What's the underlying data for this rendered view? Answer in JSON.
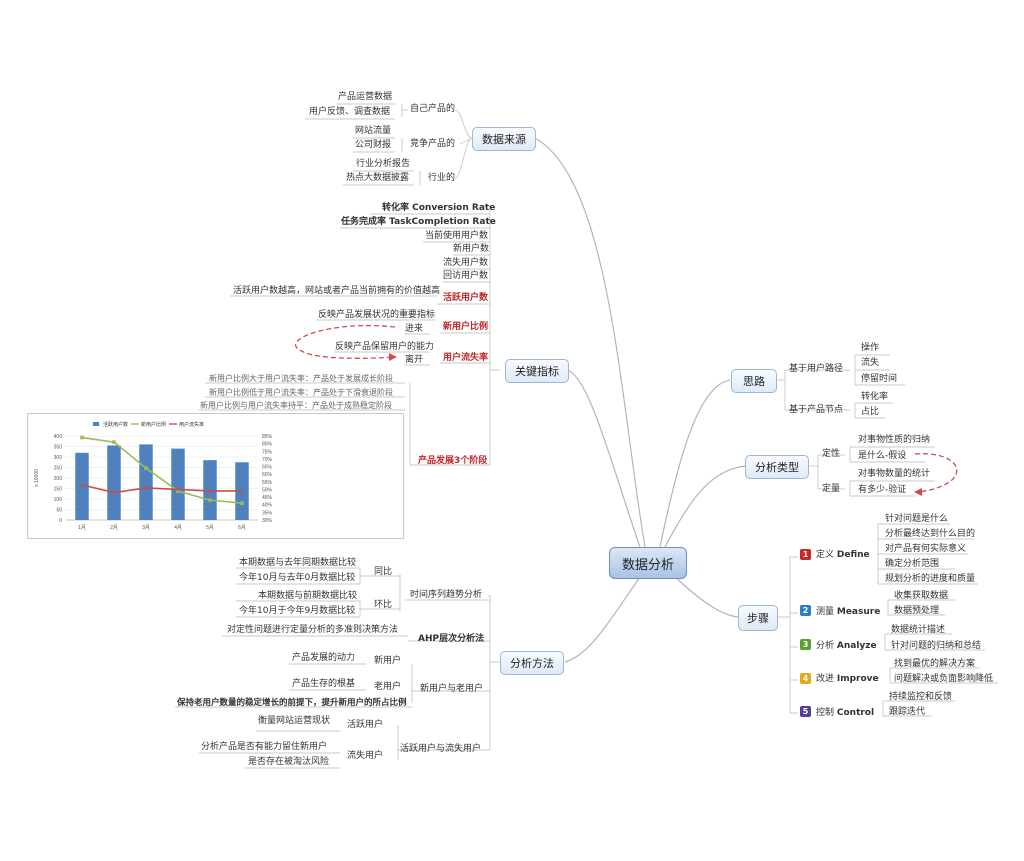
{
  "center": "数据分析",
  "branches": {
    "data_source": {
      "label": "数据来源",
      "own": {
        "label": "自己产品的",
        "items": [
          "产品运营数据",
          "用户反馈、调查数据"
        ]
      },
      "competitor": {
        "label": "竞争产品的",
        "items": [
          "网站流量",
          "公司财报"
        ]
      },
      "industry": {
        "label": "行业的",
        "items": [
          "行业分析报告",
          "热点大数据披露"
        ]
      }
    },
    "key_metrics": {
      "label": "关键指标",
      "items": [
        "转化率 Conversion Rate",
        "任务完成率 TaskCompletion Rate",
        "当前使用用户数",
        "新用户数",
        "流失用户数",
        "回访用户数"
      ],
      "active_users": {
        "label": "活跃用户数",
        "note": "活跃用户数越高，网站或者产品当前拥有的价值越高"
      },
      "new_ratio": {
        "label": "新用户比例",
        "note": "反映产品发展状况的重要指标",
        "sub": "进来"
      },
      "churn_rate": {
        "label": "用户流失率",
        "note": "反映产品保留用户的能力",
        "sub": "离开"
      },
      "stages": {
        "label": "产品发展3个阶段",
        "items": [
          "新用户比例大于用户流失率：产品处于发展成长阶段",
          "新用户比例低于用户流失率：产品处于下滑衰退阶段",
          "新用户比例与用户流失率持平：产品处于成熟稳定阶段"
        ]
      }
    },
    "methods": {
      "label": "分析方法",
      "time_series": {
        "label": "时间序列趋势分析",
        "yoy": {
          "label": "同比",
          "items": [
            "本期数据与去年同期数据比较",
            "今年10月与去年0月数据比较"
          ]
        },
        "mom": {
          "label": "环比",
          "items": [
            "本期数据与前期数据比较",
            "今年10月于今年9月数据比较"
          ]
        }
      },
      "ahp": {
        "label": "AHP层次分析法",
        "note": "对定性问题进行定量分析的多准则决策方法"
      },
      "new_old": {
        "label": "新用户与老用户",
        "new": {
          "label": "新用户",
          "note": "产品发展的动力"
        },
        "old": {
          "label": "老用户",
          "note": "产品生存的根基"
        },
        "note": "保持老用户数量的稳定增长的前提下，提升新用户的所占比例"
      },
      "active_churn": {
        "label": "活跃用户与流失用户",
        "active": {
          "label": "活跃用户",
          "note": "衡量网站运营现状"
        },
        "churn": {
          "label": "流失用户",
          "notes": [
            "分析产品是否有能力留住新用户",
            "是否存在被淘汰风险"
          ]
        }
      }
    },
    "thinking": {
      "label": "思路",
      "path": {
        "label": "基于用户路径",
        "items": [
          "操作",
          "流失",
          "停留时间"
        ]
      },
      "node": {
        "label": "基于产品节点",
        "items": [
          "转化率",
          "占比"
        ]
      }
    },
    "types": {
      "label": "分析类型",
      "qualitative": {
        "label": "定性",
        "items": [
          "对事物性质的归纳",
          "是什么-假设"
        ]
      },
      "quantitative": {
        "label": "定量",
        "items": [
          "对事物数量的统计",
          "有多少-验证"
        ]
      }
    },
    "steps": {
      "label": "步骤",
      "list": [
        {
          "num": "1",
          "color": "#c62828",
          "label": "定义 ",
          "en": "Define",
          "items": [
            "针对问题是什么",
            "分析最终达到什么目的",
            "对产品有何实际意义",
            "确定分析范围",
            "规划分析的进度和质量"
          ]
        },
        {
          "num": "2",
          "color": "#2b7fc4",
          "label": "测量 ",
          "en": "Measure",
          "items": [
            "收集获取数据",
            "数据预处理"
          ]
        },
        {
          "num": "3",
          "color": "#5aa02c",
          "label": "分析 ",
          "en": "Analyze",
          "items": [
            "数据统计描述",
            "针对问题的归纳和总结"
          ]
        },
        {
          "num": "4",
          "color": "#e6a817",
          "label": "改进 ",
          "en": "Improve",
          "items": [
            "找到最优的解决方案",
            "问题解决或负面影响降低"
          ]
        },
        {
          "num": "5",
          "color": "#5b3a9e",
          "label": "控制 ",
          "en": "Control",
          "items": [
            "持续监控和反馈",
            "跟踪迭代"
          ]
        }
      ]
    }
  },
  "chart_data": {
    "type": "bar",
    "categories": [
      "1月",
      "2月",
      "3月",
      "4月",
      "5月",
      "6月"
    ],
    "series": [
      {
        "name": "活跃用户数",
        "kind": "bar",
        "axis": "left",
        "color": "#4f81bd",
        "values": [
          320,
          355,
          360,
          340,
          285,
          275
        ]
      },
      {
        "name": "新用户比例",
        "kind": "line",
        "axis": "right",
        "color": "#9bbb59",
        "values": [
          84,
          81,
          64,
          49,
          43,
          41
        ]
      },
      {
        "name": "用户流失率",
        "kind": "line",
        "axis": "right",
        "color": "#c0504d",
        "values": [
          53,
          48,
          51,
          50,
          49,
          49
        ]
      }
    ],
    "ylabel": "x 10000",
    "ylim": [
      0,
      400
    ],
    "yticks": [
      "0",
      "50",
      "100",
      "150",
      "200",
      "250",
      "300",
      "350",
      "400"
    ],
    "y2lim": [
      30,
      85
    ],
    "y2ticks": [
      "30%",
      "35%",
      "40%",
      "45%",
      "50%",
      "55%",
      "60%",
      "65%",
      "70%",
      "75%",
      "80%",
      "85%"
    ],
    "legend": "top"
  }
}
